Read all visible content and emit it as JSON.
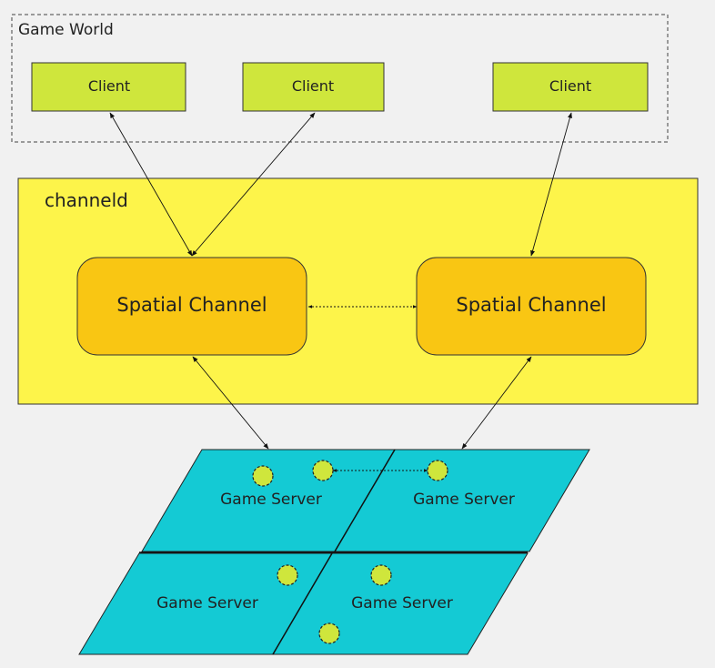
{
  "game_world": {
    "label": "Game World",
    "clients": [
      {
        "label": "Client"
      },
      {
        "label": "Client"
      },
      {
        "label": "Client"
      }
    ]
  },
  "channeld": {
    "label": "channeld",
    "channels": [
      {
        "label": "Spatial Channel"
      },
      {
        "label": "Spatial Channel"
      }
    ]
  },
  "servers": [
    {
      "label": "Game Server"
    },
    {
      "label": "Game Server"
    },
    {
      "label": "Game Server"
    },
    {
      "label": "Game Server"
    }
  ],
  "colors": {
    "background": "#f1f1f1",
    "client_fill": "#cfe63c",
    "channeld_fill": "#fdf44a",
    "channel_fill": "#f9c613",
    "server_fill": "#14cad4",
    "entity_fill": "#cfe63c"
  }
}
